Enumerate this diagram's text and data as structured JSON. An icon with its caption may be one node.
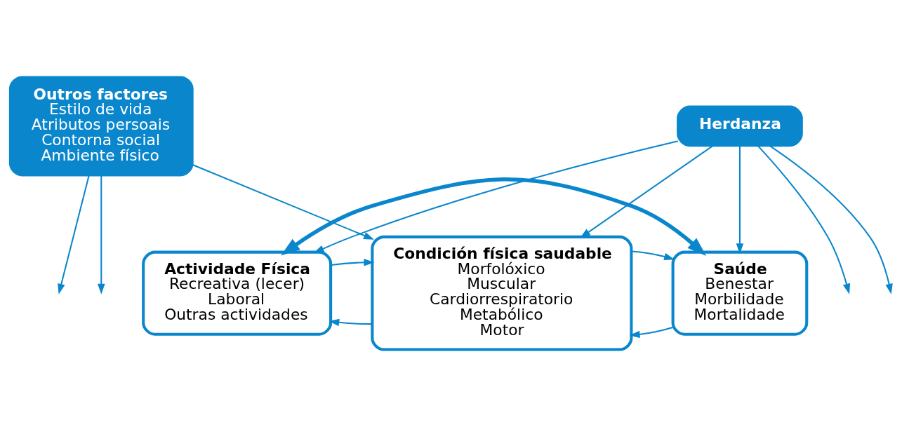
{
  "diagram": {
    "nodes": [
      {
        "text": [
          "Herdanza"
        ]
      },
      {
        "text": [
          "Actividade Física",
          "Recreativa (lecer)",
          "Laboral",
          "Outras actividades"
        ]
      },
      {
        "text": [
          "Condición física saudable",
          "Morfolóxico",
          "Muscular",
          "Cardiorrespiratorio",
          "Metabólico",
          "Motor"
        ]
      },
      {
        "text": [
          "Saúde",
          "Benestar",
          "Morbilidade",
          "Mortalidade"
        ]
      },
      {
        "text": [
          "Outros factores",
          "Estilo de vida",
          "Atributos persoais",
          "Contorna social",
          "Ambiente físico"
        ]
      }
    ],
    "edges": [
      {
        "from": 1,
        "to": 3,
        "arrow": "both",
        "style": "thick"
      },
      {
        "from": 0,
        "to": 1,
        "arrow": "to"
      },
      {
        "from": 0,
        "to": null,
        "arrow": "to"
      },
      {
        "from": 0,
        "to": 2,
        "arrow": "to"
      },
      {
        "from": 0,
        "to": null,
        "arrow": "to"
      },
      {
        "from": 0,
        "to": 3,
        "arrow": "to"
      },
      {
        "from": 2,
        "to": 1,
        "arrow": "to"
      },
      {
        "from": 1,
        "to": 2,
        "arrow": "to"
      },
      {
        "from": 3,
        "to": 2,
        "arrow": "to"
      },
      {
        "from": 2,
        "to": 3,
        "arrow": "to"
      },
      {
        "from": 4,
        "to": null,
        "arrow": "to"
      },
      {
        "from": 4,
        "to": 2,
        "arrow": "to"
      },
      {
        "from": 4,
        "to": null,
        "arrow": "to"
      }
    ]
  }
}
